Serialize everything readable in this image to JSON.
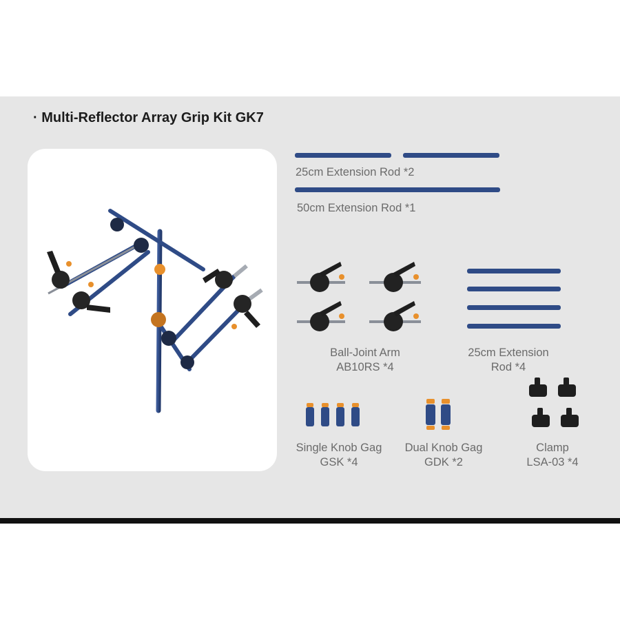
{
  "title": "· Multi-Reflector Array Grip Kit GK7",
  "colors": {
    "panel": "#e6e6e6",
    "rod_blue": "#2f4b86",
    "accent_orange": "#e8902c",
    "knob_black": "#1e1e1e"
  },
  "items": [
    {
      "line1": "25cm Extension Rod *2"
    },
    {
      "line1": "50cm Extension Rod *1"
    },
    {
      "line1": "Ball-Joint Arm",
      "line2": "AB10RS *4"
    },
    {
      "line1": "25cm Extension",
      "line2": "Rod *4"
    },
    {
      "line1": "Single Knob Gag",
      "line2": "GSK *4"
    },
    {
      "line1": "Dual Knob Gag",
      "line2": "GDK *2"
    },
    {
      "line1": "Clamp",
      "line2": "LSA-03 *4"
    }
  ]
}
